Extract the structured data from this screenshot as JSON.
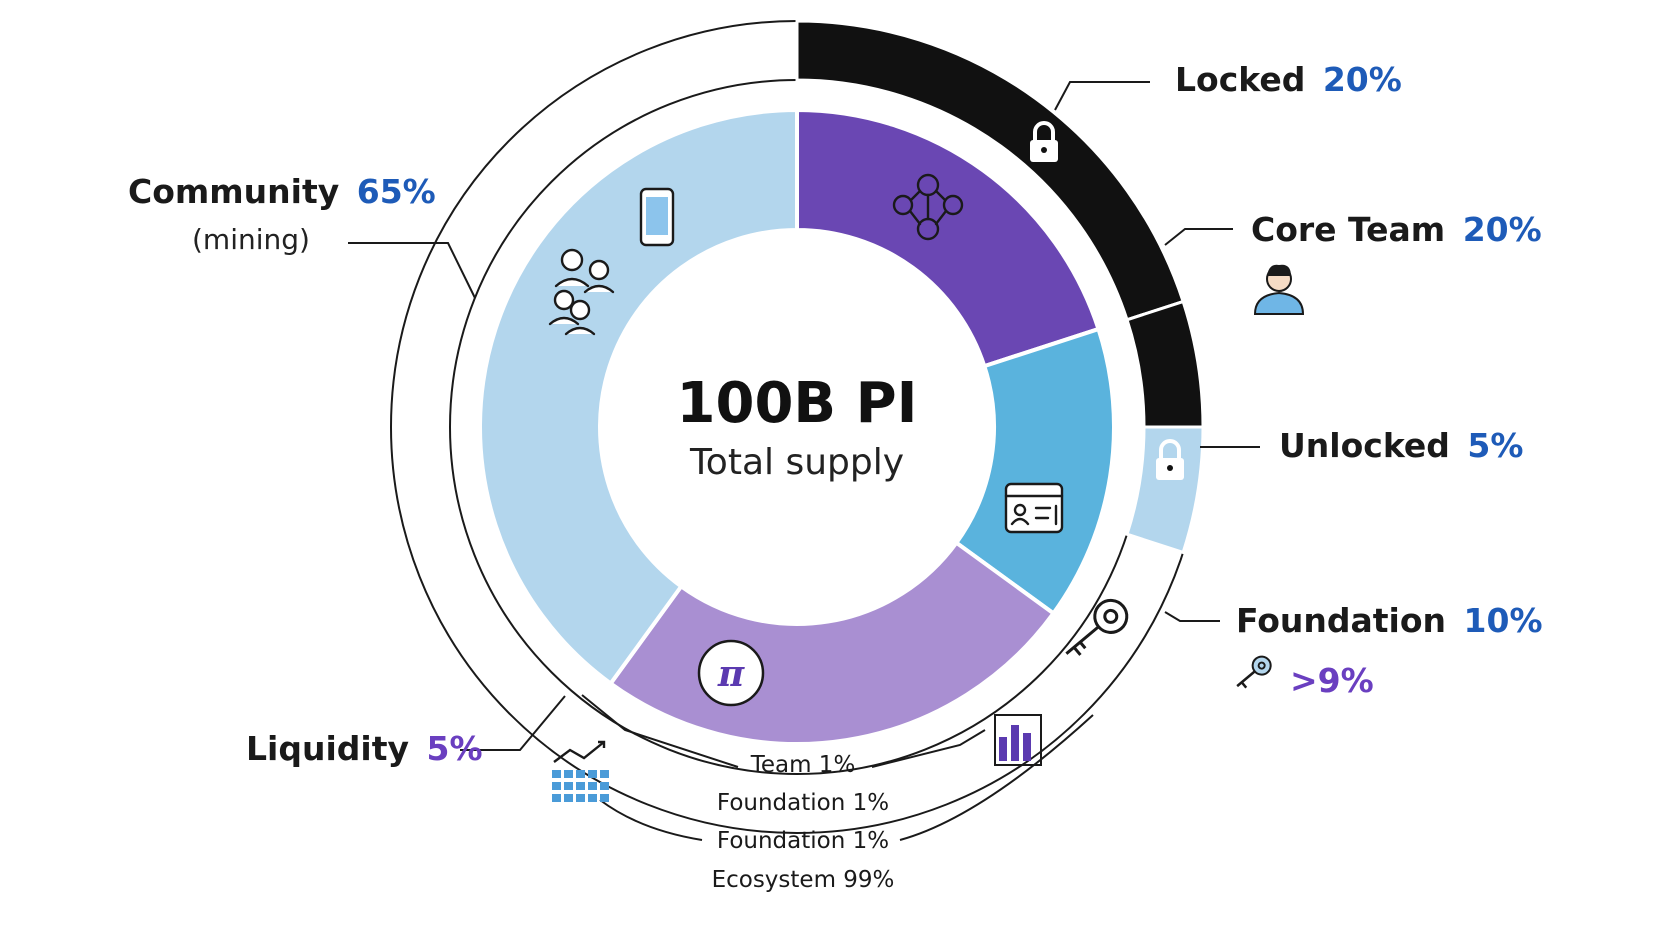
{
  "chart_data": {
    "type": "pie",
    "center": {
      "value": "100B PI",
      "caption": "Total supply"
    },
    "inner_ring": {
      "slices": [
        {
          "color": "#6a47b3",
          "icon": "network-icon",
          "value": 20
        },
        {
          "color": "#5ab3dd",
          "icon": "id-card-icon",
          "value": 15
        },
        {
          "color": "#a98fd2",
          "icon": "pi-logo-icon",
          "value": 25
        },
        {
          "color": "#b3d6ed",
          "icon": "community-icon",
          "value": 40
        }
      ]
    },
    "outer_ring": {
      "segments": [
        {
          "color": "#111111",
          "icon": "lock-icon",
          "value": 20
        },
        {
          "color": "#111111",
          "icon": "lock-icon",
          "value": 5
        },
        {
          "color": "#b3d6ed",
          "icon": "key-icon",
          "value": 5
        }
      ]
    },
    "labels": {
      "locked": {
        "name": "Locked",
        "pct": "20%"
      },
      "core_team": {
        "name": "Core Team",
        "pct": "20%"
      },
      "unlocked": {
        "name": "Unlocked",
        "pct": "5%"
      },
      "foundation": {
        "name": "Foundation",
        "pct": "10%",
        "extra": ">9%"
      },
      "community": {
        "name": "Community",
        "pct": "65%",
        "sub": "(mining)"
      },
      "liquidity": {
        "name": "Liquidity",
        "pct": "5%"
      }
    },
    "bottom_list": [
      "Team 1%",
      "Foundation 1%",
      "Foundation 1%",
      "Ecosystem 99%"
    ],
    "colors": {
      "accent_blue": "#1e5bb8",
      "accent_purple": "#6a3fc0",
      "locked_black": "#111111"
    }
  }
}
